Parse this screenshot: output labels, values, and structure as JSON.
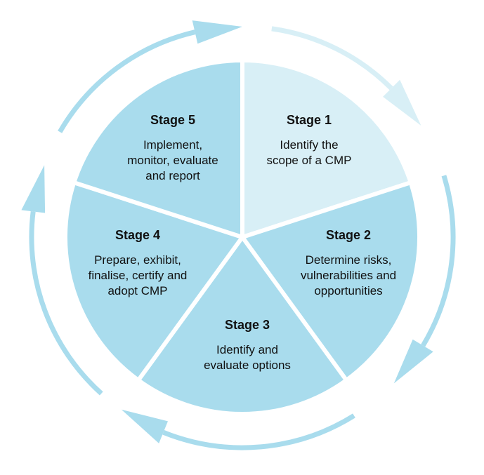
{
  "stages": [
    {
      "title": "Stage 1",
      "description": "Identify the\nscope of a CMP",
      "color": "#d8eff6"
    },
    {
      "title": "Stage 2",
      "description": "Determine risks,\nvulnerabilities and\nopportunities",
      "color": "#a9dced"
    },
    {
      "title": "Stage 3",
      "description": "Identify and\nevaluate options",
      "color": "#a9dced"
    },
    {
      "title": "Stage 4",
      "description": "Prepare, exhibit,\nfinalise, certify and\nadopt CMP",
      "color": "#a9dced"
    },
    {
      "title": "Stage 5",
      "description": "Implement,\nmonitor, evaluate\nand report",
      "color": "#a9dced"
    }
  ],
  "colors": {
    "segment_border": "#ffffff",
    "arrow_dark": "#a9dced",
    "arrow_light": "#d8eff6"
  },
  "cycle_direction": "clockwise"
}
